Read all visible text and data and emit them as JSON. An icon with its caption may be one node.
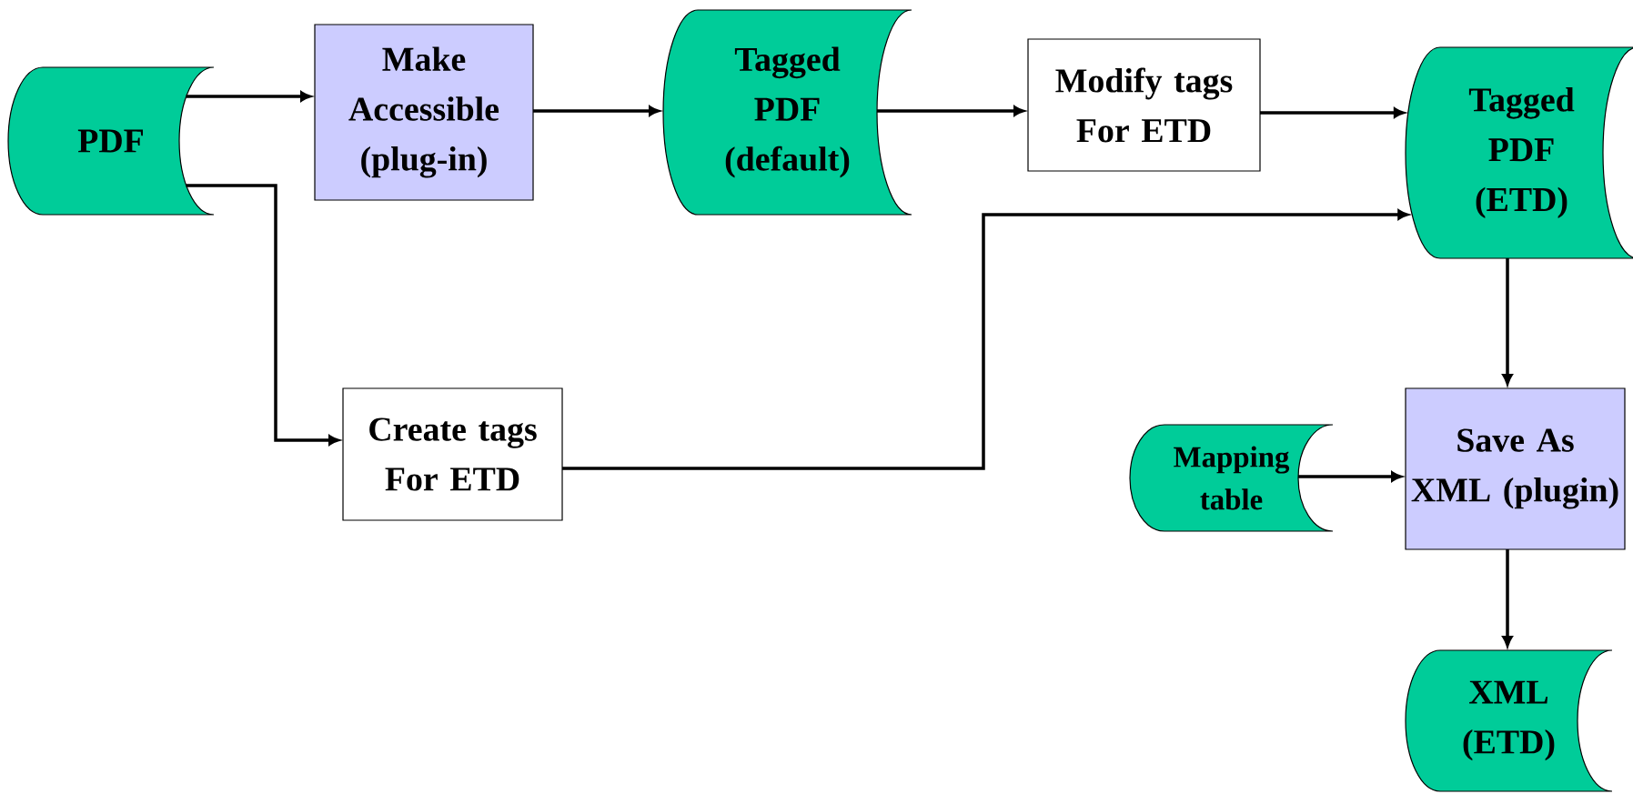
{
  "diagram": {
    "nodes": [
      {
        "text": [
          "PDF"
        ]
      },
      {
        "text": [
          "Make Accessible (plug-in)"
        ]
      },
      {
        "text": [
          "Tagged PDF (default)"
        ]
      },
      {
        "text": [
          "Modify tags For ETD"
        ]
      },
      {
        "text": [
          "Tagged PDF (ETD)"
        ]
      },
      {
        "text": [
          "Create tags For ETD"
        ]
      },
      {
        "text": [
          "Mapping table"
        ]
      },
      {
        "text": [
          "Save As XML (plugin)"
        ]
      },
      {
        "text": [
          "XML (ETD)"
        ]
      }
    ],
    "edges": [
      {
        "from": 0,
        "to": 1,
        "arrow": "to"
      },
      {
        "from": 0,
        "to": 5,
        "arrow": "to"
      },
      {
        "from": 1,
        "to": 2,
        "arrow": "to"
      },
      {
        "from": 2,
        "to": 3,
        "arrow": "to"
      },
      {
        "from": 3,
        "to": 4,
        "arrow": "to"
      },
      {
        "from": 5,
        "to": 4,
        "arrow": "to"
      },
      {
        "from": 4,
        "to": 7,
        "arrow": "to"
      },
      {
        "from": 6,
        "to": 7,
        "arrow": "to"
      },
      {
        "from": 7,
        "to": 8,
        "arrow": "to"
      }
    ]
  }
}
